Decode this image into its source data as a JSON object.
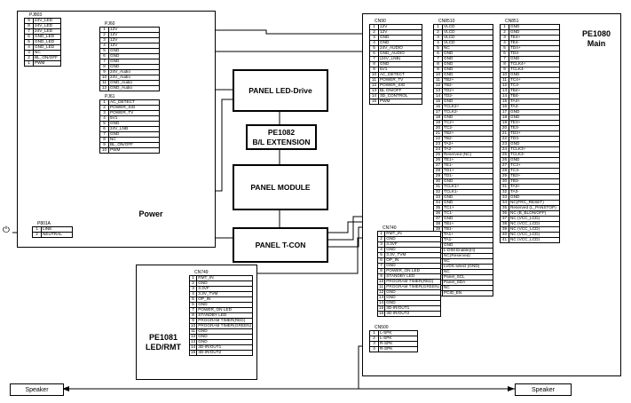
{
  "boards": {
    "main": {
      "name": "PE1080\nMain"
    },
    "power": {
      "name": "Power"
    },
    "led_rmt": {
      "name": "PE1081\nLED/RMT"
    }
  },
  "blocks": {
    "led_drive": "PANEL  LED-Drive",
    "bl_ext": "PE1082\nB/L EXTENSION",
    "module": "PANEL MODULE",
    "tcon": "PANEL T-CON"
  },
  "speakers": {
    "left": "Speaker",
    "right": "Speaker"
  },
  "connectors": [
    {
      "id": "pj803",
      "title": "PJ803",
      "pins": [
        [
          "9",
          "24V_LED"
        ],
        [
          "8",
          "24V_LED"
        ],
        [
          "7",
          "24V_LED"
        ],
        [
          "6",
          "GND_LED"
        ],
        [
          "5",
          "GND_LED"
        ],
        [
          "4",
          "GND_LED"
        ],
        [
          "3",
          "NC"
        ],
        [
          "2",
          "BL_ON/OFF"
        ],
        [
          "1",
          "PWM"
        ]
      ]
    },
    {
      "id": "pj60",
      "title": "PJ60",
      "pins": [
        [
          "1",
          "12V"
        ],
        [
          "2",
          "12V"
        ],
        [
          "3",
          "12V"
        ],
        [
          "4",
          "12V"
        ],
        [
          "5",
          "GND"
        ],
        [
          "6",
          "GND"
        ],
        [
          "7",
          "GND"
        ],
        [
          "8",
          "GND"
        ],
        [
          "9",
          "24V_Audio"
        ],
        [
          "10",
          "24V_Audio"
        ],
        [
          "11",
          "GND_Audio"
        ],
        [
          "12",
          "GND_Audio"
        ]
      ]
    },
    {
      "id": "pj61",
      "title": "PJ61",
      "pins": [
        [
          "1",
          "AC_DETECT"
        ],
        [
          "2",
          "POWER_SIG"
        ],
        [
          "3",
          "POWER_TV"
        ],
        [
          "4",
          "5V1"
        ],
        [
          "5",
          "GND"
        ],
        [
          "6",
          "24V_LNB"
        ],
        [
          "7",
          "GND"
        ],
        [
          "8",
          "NC"
        ],
        [
          "9",
          "BL_ON/OFF"
        ],
        [
          "10",
          "PWM"
        ]
      ]
    },
    {
      "id": "p801a",
      "title": "P801A",
      "pins": [
        [
          "1",
          "LINE"
        ],
        [
          "2",
          "NEUTRAL"
        ]
      ]
    },
    {
      "id": "cn90",
      "title": "CN90",
      "pins": [
        [
          "1",
          "12V"
        ],
        [
          "2",
          "12V"
        ],
        [
          "3",
          "GND"
        ],
        [
          "4",
          "GND"
        ],
        [
          "5",
          "24V_AUDIO"
        ],
        [
          "6",
          "GND_AUDIO"
        ],
        [
          "7",
          "(24V_LNB)"
        ],
        [
          "8",
          "GND"
        ],
        [
          "9",
          "5V1"
        ],
        [
          "10",
          "AC_DETECT"
        ],
        [
          "11",
          "POWER_TV"
        ],
        [
          "12",
          "POWER_SIG"
        ],
        [
          "13",
          "BL ON/OFF"
        ],
        [
          "14",
          "3D_CONTROL"
        ],
        [
          "15",
          "PWM"
        ]
      ]
    },
    {
      "id": "cn8510",
      "title": "CN8510",
      "pins": [
        [
          "1",
          "VLCD"
        ],
        [
          "2",
          "VLCD"
        ],
        [
          "3",
          "VLCD"
        ],
        [
          "4",
          "VLCD"
        ],
        [
          "5",
          "NC"
        ],
        [
          "6",
          "GND"
        ],
        [
          "7",
          "GND"
        ],
        [
          "8",
          "GND"
        ],
        [
          "9",
          "GND"
        ],
        [
          "10",
          "GND"
        ],
        [
          "11",
          "TB2+"
        ],
        [
          "12",
          "TB2-"
        ],
        [
          "13",
          "TD2+"
        ],
        [
          "14",
          "TD2-"
        ],
        [
          "15",
          "GND"
        ],
        [
          "16",
          "TCLK2+"
        ],
        [
          "17",
          "TCLK2-"
        ],
        [
          "18",
          "GND"
        ],
        [
          "19",
          "TC2+"
        ],
        [
          "20",
          "TC2-"
        ],
        [
          "21",
          "TB2+"
        ],
        [
          "22",
          "TB2-"
        ],
        [
          "23",
          "TA2+"
        ],
        [
          "24",
          "TA2-"
        ],
        [
          "25",
          "Reserved (NC)"
        ],
        [
          "26",
          "TE1+"
        ],
        [
          "27",
          "TE1-"
        ],
        [
          "28",
          "TD1+"
        ],
        [
          "29",
          "TD1-"
        ],
        [
          "30",
          "GND"
        ],
        [
          "31",
          "TCLK1+"
        ],
        [
          "32",
          "TCLK1-"
        ],
        [
          "33",
          "GND"
        ],
        [
          "34",
          "GND"
        ],
        [
          "35",
          "TC1+"
        ],
        [
          "36",
          "TC1-"
        ],
        [
          "37",
          "GND"
        ],
        [
          "38",
          "TB1+"
        ],
        [
          "39",
          "TB1-"
        ],
        [
          "40",
          "TA1+"
        ],
        [
          "41",
          "TA1-"
        ],
        [
          "42",
          "GND"
        ],
        [
          "43",
          "L-DIM Enable(H)"
        ],
        [
          "44",
          "NC(Reserved)"
        ],
        [
          "45",
          "NC"
        ],
        [
          "46",
          "LVDS select (GND)"
        ],
        [
          "47",
          "NC"
        ],
        [
          "48",
          "Panel_SCL"
        ],
        [
          "49",
          "Panel_SDA"
        ],
        [
          "50",
          "NC"
        ],
        [
          "51",
          "PCID_EN"
        ]
      ]
    },
    {
      "id": "cn851",
      "title": "CN851",
      "pins": [
        [
          "1",
          "GND"
        ],
        [
          "2",
          "GND"
        ],
        [
          "3",
          "TE4+"
        ],
        [
          "4",
          "TE4-"
        ],
        [
          "5",
          "TD4+"
        ],
        [
          "6",
          "TD4-"
        ],
        [
          "7",
          "GND"
        ],
        [
          "8",
          "TCLK4+"
        ],
        [
          "9",
          "TCLK4-"
        ],
        [
          "10",
          "GND"
        ],
        [
          "11",
          "TC4+"
        ],
        [
          "12",
          "TC4-"
        ],
        [
          "13",
          "TB4+"
        ],
        [
          "14",
          "TB4-"
        ],
        [
          "15",
          "TA4+"
        ],
        [
          "16",
          "TA4-"
        ],
        [
          "17",
          "GND"
        ],
        [
          "18",
          "GND"
        ],
        [
          "19",
          "TE3+"
        ],
        [
          "20",
          "TE3-"
        ],
        [
          "21",
          "TD3+"
        ],
        [
          "22",
          "TD3-"
        ],
        [
          "23",
          "GND"
        ],
        [
          "24",
          "TCLK3+"
        ],
        [
          "25",
          "TCLK3-"
        ],
        [
          "26",
          "GND"
        ],
        [
          "27",
          "TC3+"
        ],
        [
          "28",
          "TC3-"
        ],
        [
          "29",
          "TB3+"
        ],
        [
          "30",
          "TB3-"
        ],
        [
          "31",
          "TA3+"
        ],
        [
          "32",
          "TA3-"
        ],
        [
          "33",
          "GND"
        ],
        [
          "34",
          "NC(FRC_RESET)"
        ],
        [
          "35",
          "Reserved (L_PANSTOP)"
        ],
        [
          "36",
          "NC (B_BLON/OFF)"
        ],
        [
          "37",
          "NC (VCC_LCD)"
        ],
        [
          "38",
          "NC (VCC_LCD)"
        ],
        [
          "39",
          "NC (VCC_LCD)"
        ],
        [
          "40",
          "NC (VCC_LCD)"
        ],
        [
          "41",
          "NC (VCC_LCD)"
        ]
      ]
    },
    {
      "id": "cn740",
      "title": "CN740",
      "pins": [
        [
          "1",
          "RMT_IN"
        ],
        [
          "2",
          "GND"
        ],
        [
          "3",
          "3.3VF"
        ],
        [
          "4",
          "GND"
        ],
        [
          "5",
          "3.3V_TVM"
        ],
        [
          "6",
          "OP_IN"
        ],
        [
          "7",
          "GND"
        ],
        [
          "8",
          "POWER_ON LED"
        ],
        [
          "9",
          "STANDBY LED"
        ],
        [
          "10",
          "PROGRAM TIMER(RED)"
        ],
        [
          "11",
          "PROGRAM TIMER(GREEN)"
        ],
        [
          "12",
          "GND"
        ],
        [
          "13",
          "GND"
        ],
        [
          "14",
          "GND"
        ],
        [
          "15",
          "3D-IR/OUT1"
        ],
        [
          "16",
          "3D-IR/OUT2"
        ]
      ]
    },
    {
      "id": "cn749",
      "title": "CN749",
      "pins": [
        [
          "1",
          "RMT_IN"
        ],
        [
          "2",
          "GND"
        ],
        [
          "3",
          "3.3VF"
        ],
        [
          "4",
          "3.3V_TVM"
        ],
        [
          "5",
          "OP_IN"
        ],
        [
          "6",
          "GND"
        ],
        [
          "7",
          "POWER_ON LED"
        ],
        [
          "8",
          "STANDBY LED"
        ],
        [
          "9",
          "PROGRAM TIMER(RED)"
        ],
        [
          "10",
          "PROGRAM TIMER(GREEN)"
        ],
        [
          "11",
          "GND"
        ],
        [
          "12",
          "GND"
        ],
        [
          "13",
          "GND"
        ],
        [
          "14",
          "3D-IR/OUT1"
        ],
        [
          "15",
          "3D-IR/OUT2"
        ]
      ]
    },
    {
      "id": "cn500",
      "title": "CN500",
      "pins": [
        [
          "1",
          "L-SPK"
        ],
        [
          "2",
          "L-SPK"
        ],
        [
          "3",
          "R-SPK"
        ],
        [
          "4",
          "R-SPK"
        ]
      ]
    }
  ]
}
